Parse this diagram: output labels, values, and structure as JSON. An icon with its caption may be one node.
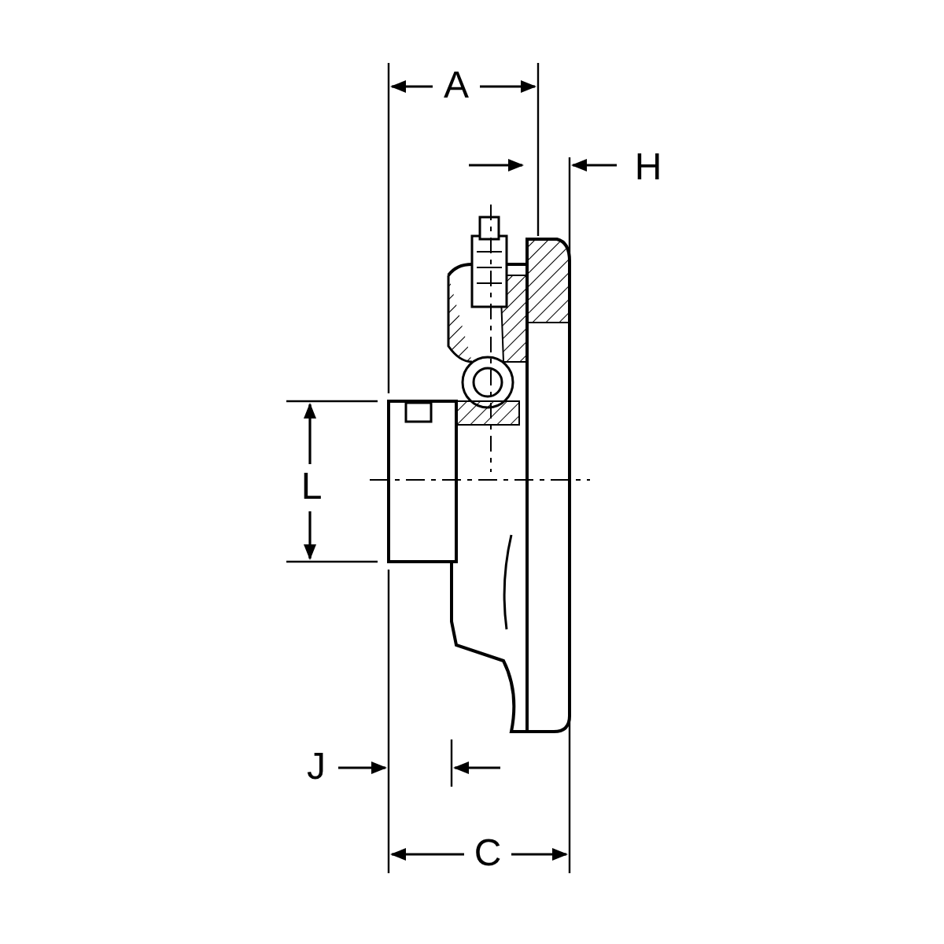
{
  "diagram": {
    "labels": [
      "A",
      "H",
      "L",
      "J",
      "C"
    ]
  }
}
